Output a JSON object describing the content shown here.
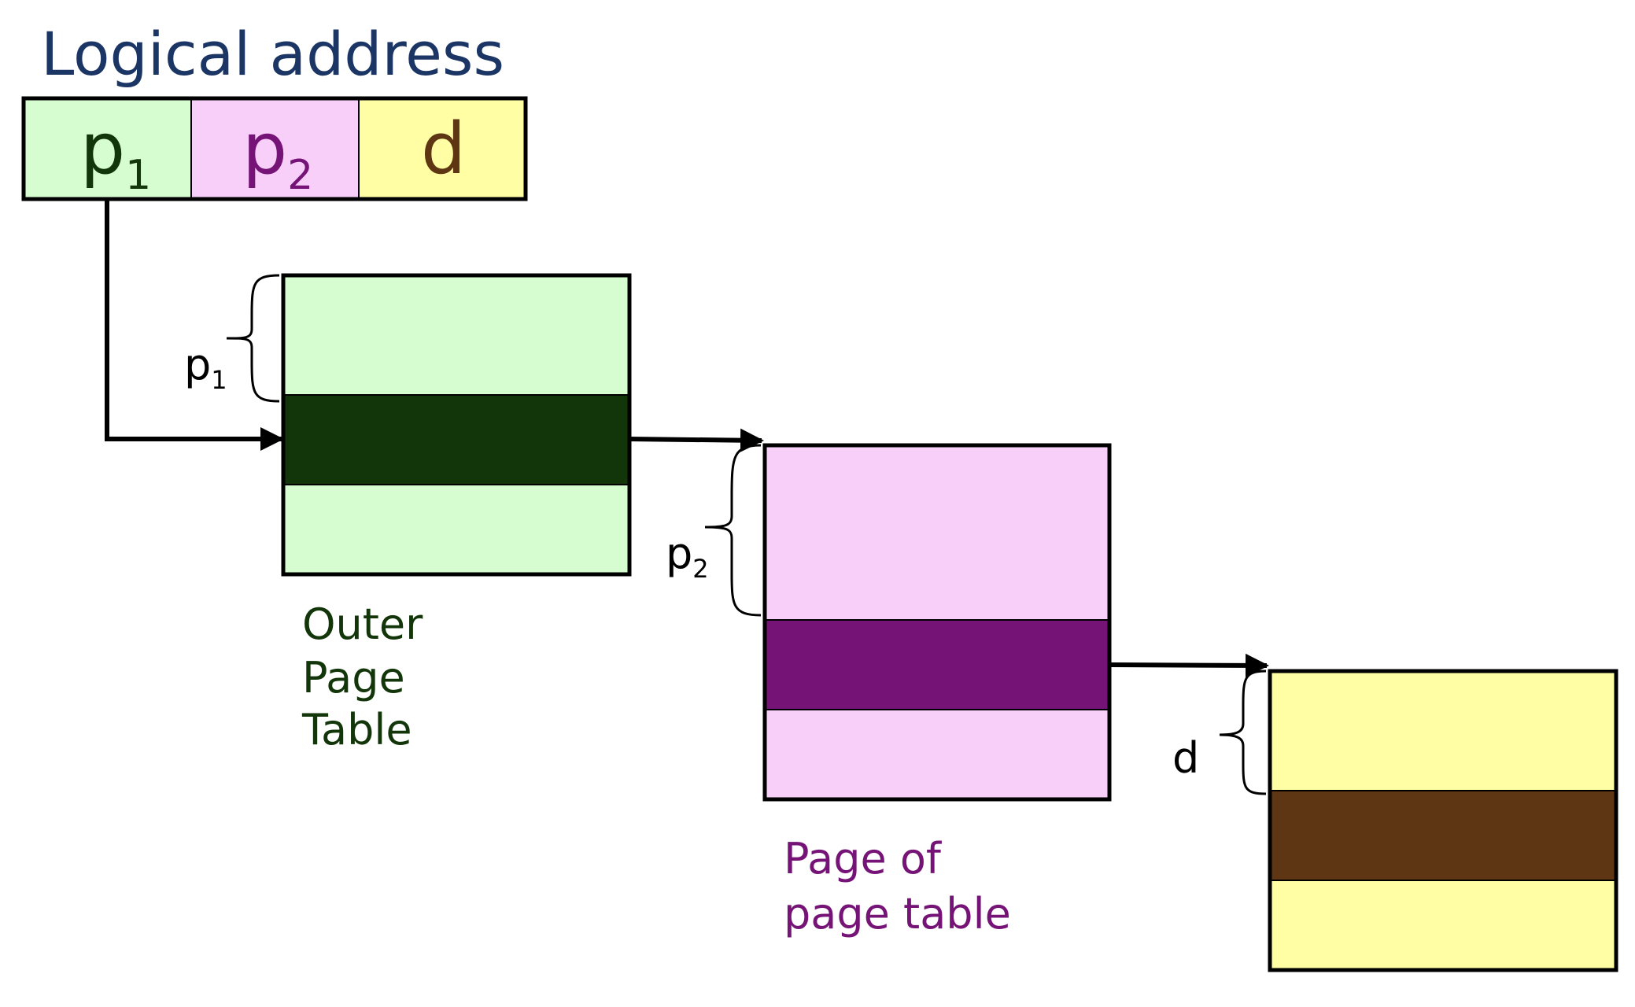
{
  "title": "Logical address",
  "segments": [
    {
      "id": "p1",
      "base": "p",
      "sub": "1"
    },
    {
      "id": "p2",
      "base": "p",
      "sub": "2"
    },
    {
      "id": "d",
      "base": "d",
      "sub": ""
    }
  ],
  "tables": {
    "outer": {
      "caption_lines": [
        "Outer",
        "Page",
        "Table"
      ],
      "brace_base": "p",
      "brace_sub": "1"
    },
    "inner": {
      "caption_lines": [
        "Page of",
        "page table"
      ],
      "brace_base": "p",
      "brace_sub": "2"
    },
    "frame": {
      "caption_lines": [],
      "brace_base": "d",
      "brace_sub": ""
    }
  },
  "colors": {
    "title": "#1b3564",
    "outer_light": "#d5fdd0",
    "outer_dark": "#12350a",
    "outer_text": "#12350a",
    "inner_light": "#f7cff9",
    "inner_dark": "#751476",
    "inner_text": "#751476",
    "frame_light": "#fffea5",
    "frame_dark": "#5e3613",
    "frame_text": "#5e3613",
    "line": "#000000"
  }
}
